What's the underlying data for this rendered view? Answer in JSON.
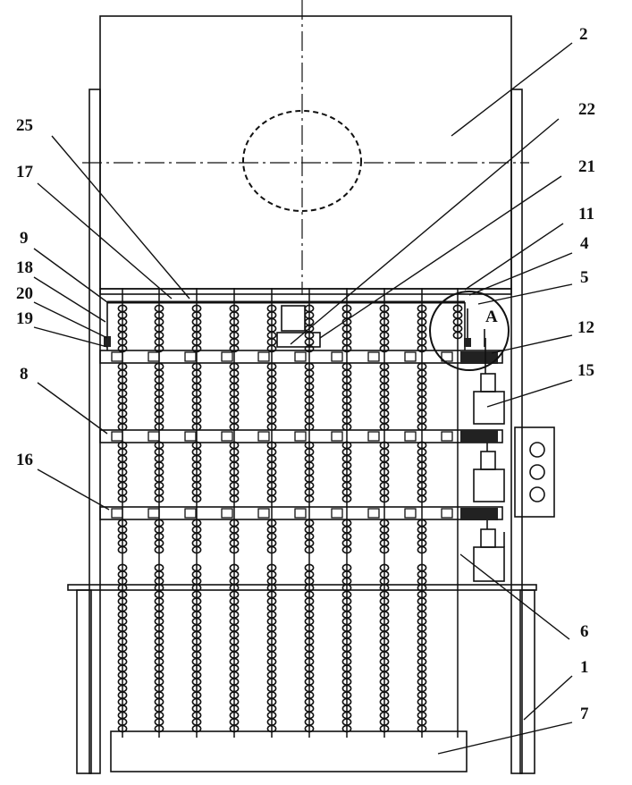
{
  "drawing": {
    "labels": [
      {
        "id": "2",
        "text": "2"
      },
      {
        "id": "22",
        "text": "22"
      },
      {
        "id": "21",
        "text": "21"
      },
      {
        "id": "11",
        "text": "11"
      },
      {
        "id": "4",
        "text": "4"
      },
      {
        "id": "5",
        "text": "5"
      },
      {
        "id": "12",
        "text": "12"
      },
      {
        "id": "15",
        "text": "15"
      },
      {
        "id": "6",
        "text": "6"
      },
      {
        "id": "1",
        "text": "1"
      },
      {
        "id": "7",
        "text": "7"
      },
      {
        "id": "25",
        "text": "25"
      },
      {
        "id": "17",
        "text": "17"
      },
      {
        "id": "9",
        "text": "9"
      },
      {
        "id": "18",
        "text": "18"
      },
      {
        "id": "20",
        "text": "20"
      },
      {
        "id": "19",
        "text": "19"
      },
      {
        "id": "8",
        "text": "8"
      },
      {
        "id": "16",
        "text": "16"
      }
    ],
    "detail_marker": "A",
    "colors": {
      "line": "#111111",
      "background": "#ffffff"
    }
  }
}
